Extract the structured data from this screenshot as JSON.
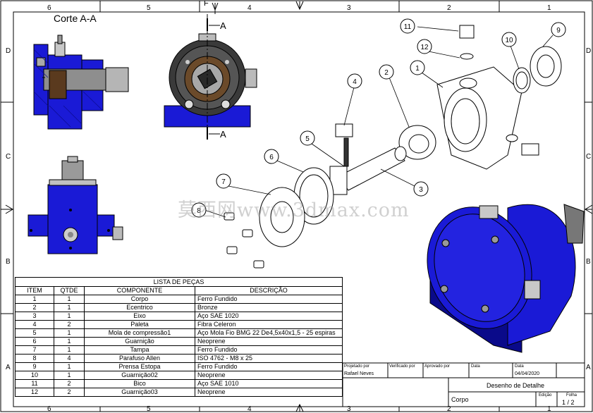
{
  "sheet": {
    "col_zones_top": [
      "6",
      "5",
      "4",
      "3",
      "2",
      "1"
    ],
    "col_zones_bottom": [
      "6",
      "5",
      "4",
      "3",
      "2",
      "1"
    ],
    "row_zones": [
      "D",
      "C",
      "B",
      "A"
    ],
    "section_cut_label": "F"
  },
  "views": {
    "section_title": "Corte A-A",
    "section_marker": "A"
  },
  "balloons": [
    "1",
    "2",
    "3",
    "4",
    "5",
    "6",
    "7",
    "8",
    "9",
    "10",
    "11",
    "12"
  ],
  "parts_list": {
    "title": "LISTA DE PEÇAS",
    "columns": [
      "ITEM",
      "QTDE",
      "COMPONENTE",
      "DESCRIÇÃO"
    ],
    "rows": [
      [
        "1",
        "1",
        "Corpo",
        "Ferro Fundido"
      ],
      [
        "2",
        "1",
        "Ecentrico",
        "Bronze"
      ],
      [
        "3",
        "1",
        "Eixo",
        "Aço SAE 1020"
      ],
      [
        "4",
        "2",
        "Paleta",
        "Fibra Celeron"
      ],
      [
        "5",
        "1",
        "Mola de compressão1",
        "Aço Mola Fio BMG 22 De4,5x40x1,5 - 25 espiras"
      ],
      [
        "6",
        "1",
        "Guarnição",
        "Neoprene"
      ],
      [
        "7",
        "1",
        "Tampa",
        "Ferro Fundido"
      ],
      [
        "8",
        "4",
        "Parafuso Allen",
        " ISO 4762  - M8 x 25"
      ],
      [
        "9",
        "1",
        "Prensa Estopa",
        "Ferro Fundido"
      ],
      [
        "10",
        "1",
        "Guarnição02",
        "Neoprene"
      ],
      [
        "11",
        "2",
        "Bico",
        "Aço SAE 1010"
      ],
      [
        "12",
        "2",
        "Guarnição03",
        "Neoprene"
      ]
    ]
  },
  "title_block": {
    "designed_by_label": "Projetado por",
    "designed_by": "Rafael Neves",
    "checked_by_label": "Verificado por",
    "approved_by_label": "Aprovado por",
    "date_label": "Data",
    "date_label2": "Data",
    "date": "04/04/2020",
    "drawing_title": "Desenho de Detalhe",
    "part_name": "Corpo",
    "edition_label": "Edição",
    "sheet_label": "Folha",
    "sheet": "1 / 2"
  },
  "watermark": "莫西网www.3dmax.com",
  "colors": {
    "part_blue": "#1a1ad6",
    "dark_blue": "#0a0a8a",
    "steel": "#9a9a9a",
    "bronze": "#6b4a2a"
  }
}
